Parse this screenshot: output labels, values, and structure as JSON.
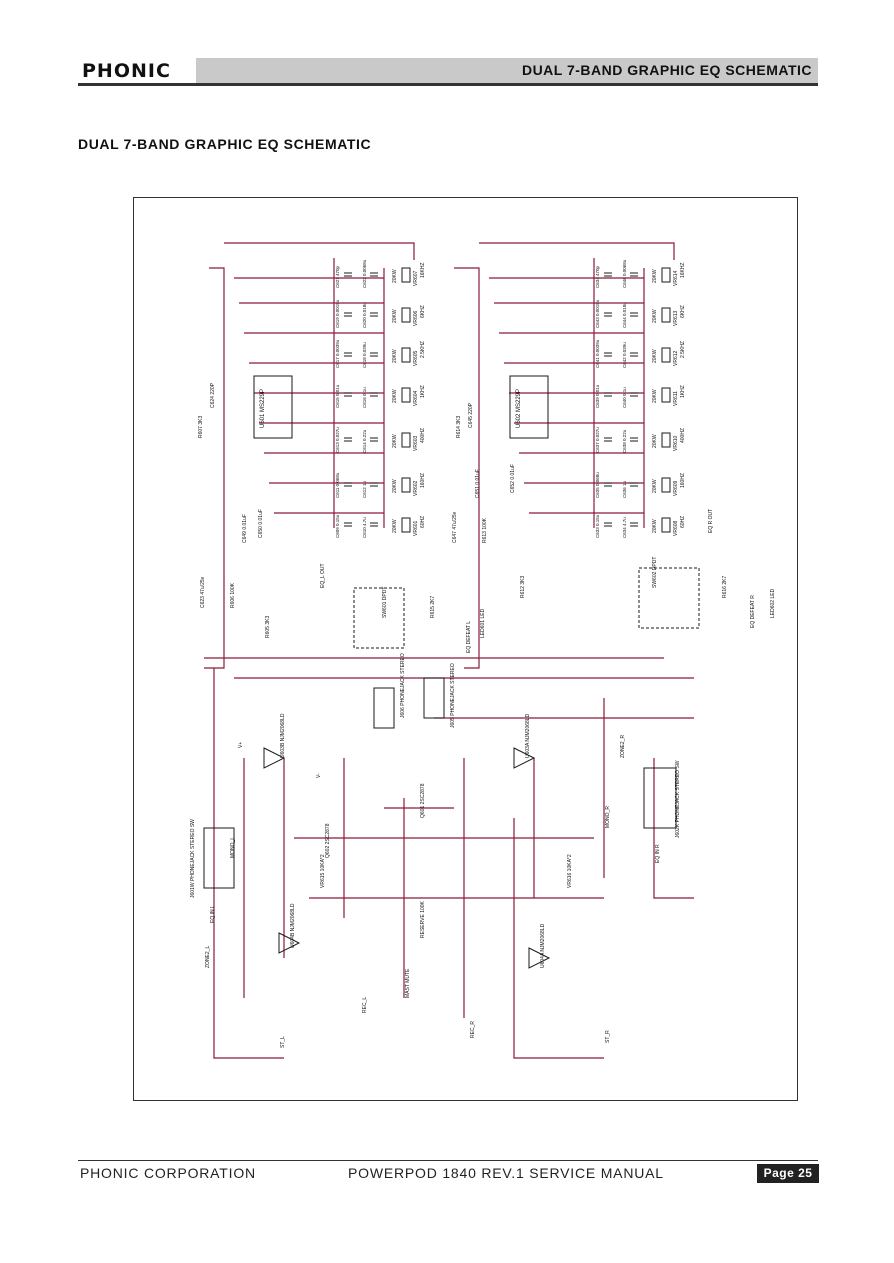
{
  "header": {
    "logo": "PHONIC",
    "title": "DUAL 7-BAND GRAPHIC  EQ  SCHEMATIC"
  },
  "section_title": "DUAL 7-BAND GRAPHIC  EQ  SCHEMATIC",
  "schematic": {
    "left_ic": {
      "ref": "U601",
      "part": "MS229P"
    },
    "right_ic": {
      "ref": "U602",
      "part": "MS229P"
    },
    "left_bands": [
      "16KHZ",
      "6KHZ",
      "2.5KHZ",
      "1KHZ",
      "400HZ",
      "160HZ",
      "60HZ"
    ],
    "right_bands": [
      "16KHZ",
      "6KHZ",
      "2.5KHZ",
      "1KHZ",
      "400HZ",
      "160HZ",
      "60HZ"
    ],
    "left_pots": [
      "VR607",
      "VR606",
      "VR605",
      "VR604",
      "VR603",
      "VR602",
      "VR601"
    ],
    "right_pots": [
      "VR614",
      "VR613",
      "VR612",
      "VR611",
      "VR610",
      "VR609",
      "VR608"
    ],
    "pot_value": "20KW",
    "left_caps": [
      "C621 470p",
      "C619 0.0015u",
      "C617 0.0039u",
      "C615 0.01u",
      "C613 0.027u",
      "C611 0.068u",
      "C609 0.15u"
    ],
    "left_caps2": [
      "C622 0.0068u",
      "C620 0.018u",
      "C618 0.039u",
      "C616 0.1u",
      "C614 0.22u",
      "C612 1u",
      "C610 4.7u"
    ],
    "right_caps": [
      "C634 470p",
      "C643 0.0015u",
      "C641 0.0039u",
      "C639 0.01u",
      "C637 0.027u",
      "C635 0.068u",
      "C633 0.15u"
    ],
    "right_caps2": [
      "C646 0.0068u",
      "C644 0.018u",
      "C642 0.039u",
      "C640 0.1u",
      "C638 0.22u",
      "C636 1u",
      "C634 4.7u"
    ],
    "labels": {
      "c624": "C624 220P",
      "r607": "R607 3K3",
      "c649": "C649 0.01uF",
      "c650": "C650 0.01uF",
      "c623": "C623 47u/25v",
      "r606": "R606 100K",
      "r605": "R605 3K3",
      "eq_out": "EQ_L OUT",
      "eq_r_out": "EQ R OUT",
      "r614": "R614 3K3",
      "c645": "C645 220P",
      "c651": "C651 0.01uF",
      "c652": "C652 0.01uF",
      "c647": "C647 47u/25v",
      "r613": "R613 100K",
      "r612": "R612 3K3",
      "sw601": "SW601 DPDT",
      "sw602": "SW602 DPDT",
      "r615": "R615 2K7",
      "r616": "R616 2K7",
      "led601": "LED601 LED",
      "led602": "LED602 LED",
      "eq_defeat_l": "EQ DEFEAT L",
      "eq_defeat_r": "EQ DEFEAT R",
      "j606": "J606 PHONEJACK STEREO",
      "j605": "J605 PHONEJACK STEREO",
      "j601w": "J601W PHONEJACK STEREO SW",
      "j602k": "J602K PHONEJACK STEREO SW",
      "u603b": "U603B NJM2068LD",
      "u603a": "U603A NJM2068LD",
      "u604b": "U604B NJM2068LD",
      "u604a": "U604A NJM2068LD",
      "q601": "Q601 2SC2878",
      "q602": "Q602 2SC2878",
      "vr615": "VR615 10KA*2",
      "vr616": "VR616 10KA*2",
      "reserve": "RESERVE 100K",
      "mast_mute": "MAST MUTE",
      "zone2_l": "ZONE2_L",
      "zone2_r": "ZONE2_R",
      "mono_l": "MONO_L",
      "mono_r": "MONO_R",
      "st_l": "ST_L",
      "st_r": "ST_R",
      "rec_l": "REC_L",
      "rec_r": "REC_R",
      "eq_in_l": "EQ IN L",
      "eq_in_r": "EQ IN R",
      "v_plus": "V+",
      "v_minus": "V-"
    }
  },
  "footer": {
    "company": "PHONIC CORPORATION",
    "manual": "POWERPOD 1840 REV.1  SERVICE MANUAL",
    "page": "Page 25"
  }
}
